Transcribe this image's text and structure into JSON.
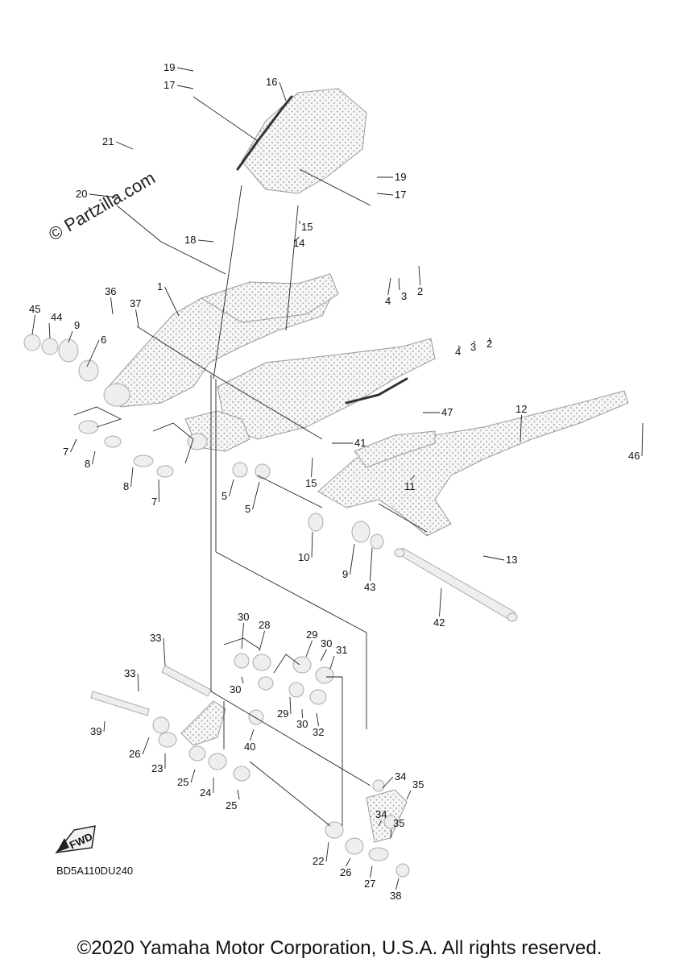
{
  "watermark": "© Partzilla.com",
  "diagram_code": "BD5A110DU240",
  "fwd_badge": "FWD",
  "copyright": "©2020 Yamaha Motor Corporation, U.S.A. All rights reserved.",
  "part_labels": [
    "19",
    "17",
    "16",
    "21",
    "20",
    "19",
    "17",
    "15",
    "18",
    "14",
    "2",
    "3",
    "4",
    "1",
    "36",
    "37",
    "45",
    "44",
    "9",
    "6",
    "2",
    "3",
    "4",
    "47",
    "12",
    "46",
    "7",
    "8",
    "8",
    "7",
    "41",
    "15",
    "11",
    "5",
    "5",
    "10",
    "9",
    "43",
    "13",
    "42",
    "30",
    "28",
    "29",
    "30",
    "31",
    "33",
    "30",
    "33",
    "29",
    "30",
    "32",
    "39",
    "40",
    "26",
    "23",
    "25",
    "24",
    "25",
    "34",
    "35",
    "34",
    "35",
    "22",
    "26",
    "27",
    "38"
  ]
}
